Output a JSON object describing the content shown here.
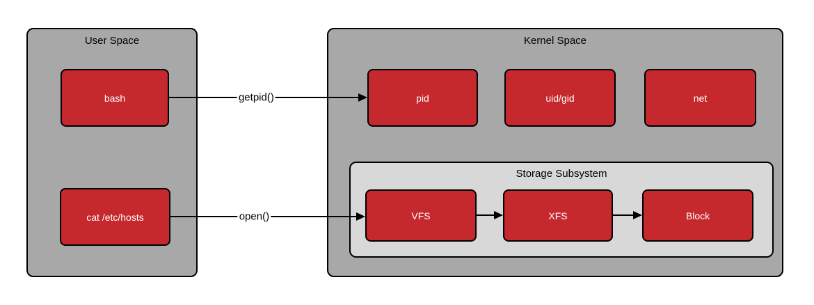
{
  "colors": {
    "background": "#ffffff",
    "container_fill": "#a8a8a8",
    "subsystem_fill": "#d8d8d8",
    "node_fill": "#c5282d",
    "node_text": "#ffffff",
    "border": "#000000",
    "edge": "#000000",
    "title_text": "#000000"
  },
  "containers": {
    "user_space": {
      "title": "User Space"
    },
    "kernel_space": {
      "title": "Kernel Space"
    },
    "storage_subsystem": {
      "title": "Storage Subsystem"
    }
  },
  "nodes": {
    "bash": {
      "label": "bash"
    },
    "cat": {
      "label": "cat /etc/hosts"
    },
    "pid": {
      "label": "pid"
    },
    "uid_gid": {
      "label": "uid/gid"
    },
    "net": {
      "label": "net"
    },
    "vfs": {
      "label": "VFS"
    },
    "xfs": {
      "label": "XFS"
    },
    "block": {
      "label": "Block"
    }
  },
  "edges": {
    "getpid": {
      "label": "getpid()",
      "from": "bash",
      "to": "pid"
    },
    "open": {
      "label": "open()",
      "from": "cat",
      "to": "vfs"
    },
    "vfs_to_xfs": {
      "from": "vfs",
      "to": "xfs"
    },
    "xfs_to_block": {
      "from": "xfs",
      "to": "block"
    }
  }
}
